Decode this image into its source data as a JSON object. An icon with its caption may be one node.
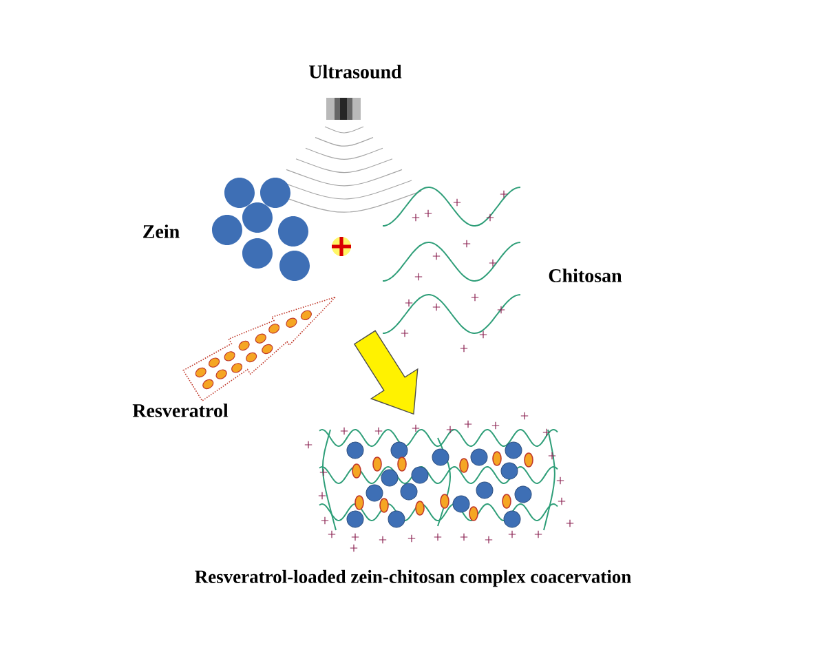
{
  "diagram": {
    "caption": "Resveratrol-loaded zein-chitosan complex coacervation",
    "labels": [
      "Ultrasound",
      "Zein",
      "Chitosan",
      "Resveratrol"
    ]
  }
}
